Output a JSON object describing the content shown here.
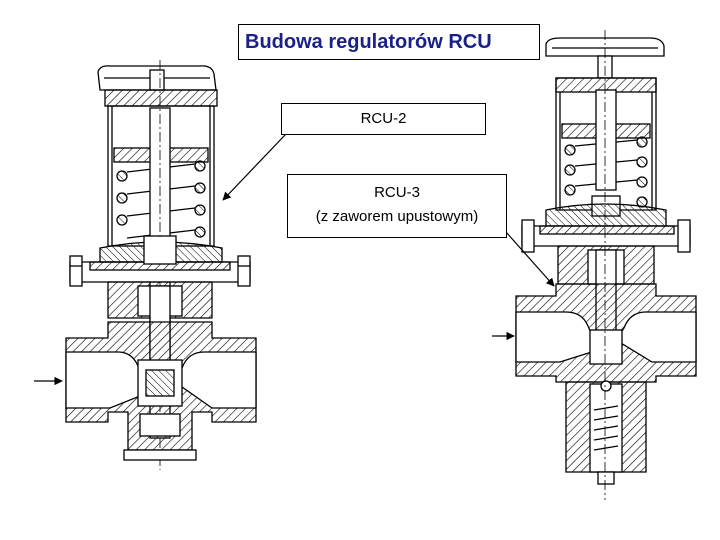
{
  "title": "Budowa regulatorów RCU",
  "labels": {
    "rcu2": "RCU-2",
    "rcu3_line1": "RCU-3",
    "rcu3_line2": "(z zaworem upustowym)"
  },
  "colors": {
    "title": "#1a1f8a",
    "lines": "#000000",
    "hatch": "#000000"
  },
  "icons": [
    "inlet-arrow-icon",
    "leader-arrow-icon",
    "hand-knob-icon",
    "spring-icon",
    "bolt-icon"
  ]
}
